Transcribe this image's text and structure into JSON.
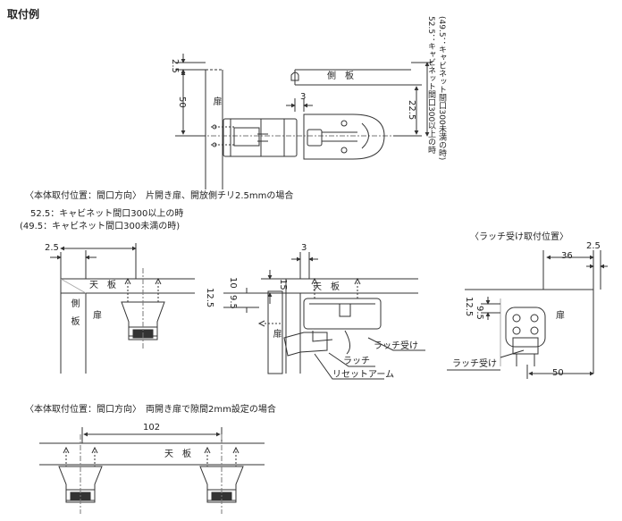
{
  "title": "取付例",
  "top": {
    "dim_2_5": "2.5",
    "dim_50": "50",
    "dim_3": "3",
    "dim_22_5": "22.5",
    "door": "扉",
    "side_panel": "側　板",
    "note_line1": "52.5：キャビネット間口300以上の時",
    "note_line2": "(49.5：キャビネット間口300未満の時)"
  },
  "section_single": {
    "heading": "〈本体取付位置：間口方向〉　片開き扉、開放側チリ2.5mmの場合",
    "note_line1": "52.5：キャビネット間口300以上の時",
    "note_line2": "(49.5：キャビネット間口300未満の時)",
    "dim_2_5": "2.5",
    "top_panel": "天　板",
    "side_panel": "側　板",
    "door": "扉"
  },
  "section_side": {
    "dim_3": "3",
    "dim_15": "15",
    "dim_10": "10",
    "dim_12_5": "12.5",
    "dim_9_5": "9.5",
    "top_panel": "天　板",
    "door": "扉",
    "latch_receiver": "ラッチ受け",
    "latch": "ラッチ",
    "reset_arm": "リセットアーム"
  },
  "section_receiver": {
    "heading": "〈ラッチ受け取付位置〉",
    "dim_36": "36",
    "dim_2_5": "2.5",
    "dim_12_5": "12.5",
    "dim_9_5": "9.5",
    "door": "扉",
    "latch_receiver": "ラッチ受け",
    "dim_50": "50"
  },
  "section_double": {
    "heading": "〈本体取付位置：間口方向〉　両開き扉で隙間2mm設定の場合",
    "dim_102": "102",
    "top_panel": "天　板"
  }
}
